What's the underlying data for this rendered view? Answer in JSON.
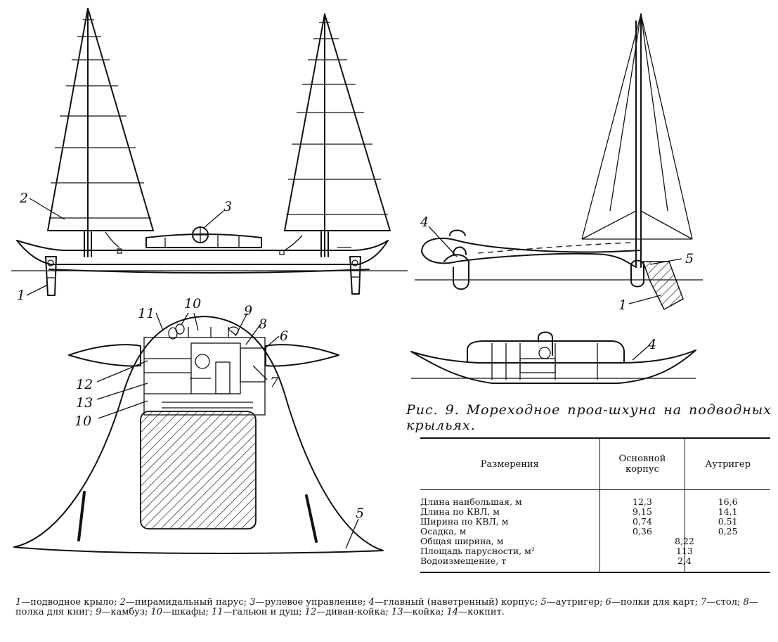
{
  "callouts": {
    "n1a": "1",
    "n2": "2",
    "n3": "3",
    "n4a": "4",
    "n5a": "5",
    "n1b": "1",
    "n11": "11",
    "n10a": "10",
    "n9": "9",
    "n8": "8",
    "n6": "6",
    "n12": "12",
    "n13": "13",
    "n10b": "10",
    "n7": "7",
    "n5b": "5",
    "n4b": "4"
  },
  "caption": "Рис. 9. Мореходное проа-шхуна на подводных крыльях.",
  "table": {
    "headers": [
      "Размерения",
      "Основной корпус",
      "Аутригер"
    ],
    "rows": [
      {
        "label": "Длина наибольшая, м",
        "main": "12,3",
        "outrigger": "16,6"
      },
      {
        "label": "Длина по КВЛ, м",
        "main": "9,15",
        "outrigger": "14,1"
      },
      {
        "label": "Ширина по КВЛ, м",
        "main": "0,74",
        "outrigger": "0,51"
      },
      {
        "label": "Осадка, м",
        "main": "0,36",
        "outrigger": "0,25"
      },
      {
        "label": "Общая ширина, м",
        "shared": "8,22"
      },
      {
        "label": "Площадь парусности, м²",
        "shared": "113"
      },
      {
        "label": "Водоизмещение, т",
        "shared": "2,4"
      }
    ]
  },
  "legend": [
    {
      "num": "1",
      "text": "подводное крыло"
    },
    {
      "num": "2",
      "text": "пирамидальный парус"
    },
    {
      "num": "3",
      "text": "рулевое управление"
    },
    {
      "num": "4",
      "text": "главный (наветренный) корпус"
    },
    {
      "num": "5",
      "text": "аутригер"
    },
    {
      "num": "6",
      "text": "полки для карт"
    },
    {
      "num": "7",
      "text": "стол"
    },
    {
      "num": "8",
      "text": "полка для книг"
    },
    {
      "num": "9",
      "text": "камбуз"
    },
    {
      "num": "10",
      "text": "шкафы"
    },
    {
      "num": "11",
      "text": "гальюн и душ"
    },
    {
      "num": "12",
      "text": "диван-койка"
    },
    {
      "num": "13",
      "text": "койка"
    },
    {
      "num": "14",
      "text": "кокпит"
    }
  ]
}
